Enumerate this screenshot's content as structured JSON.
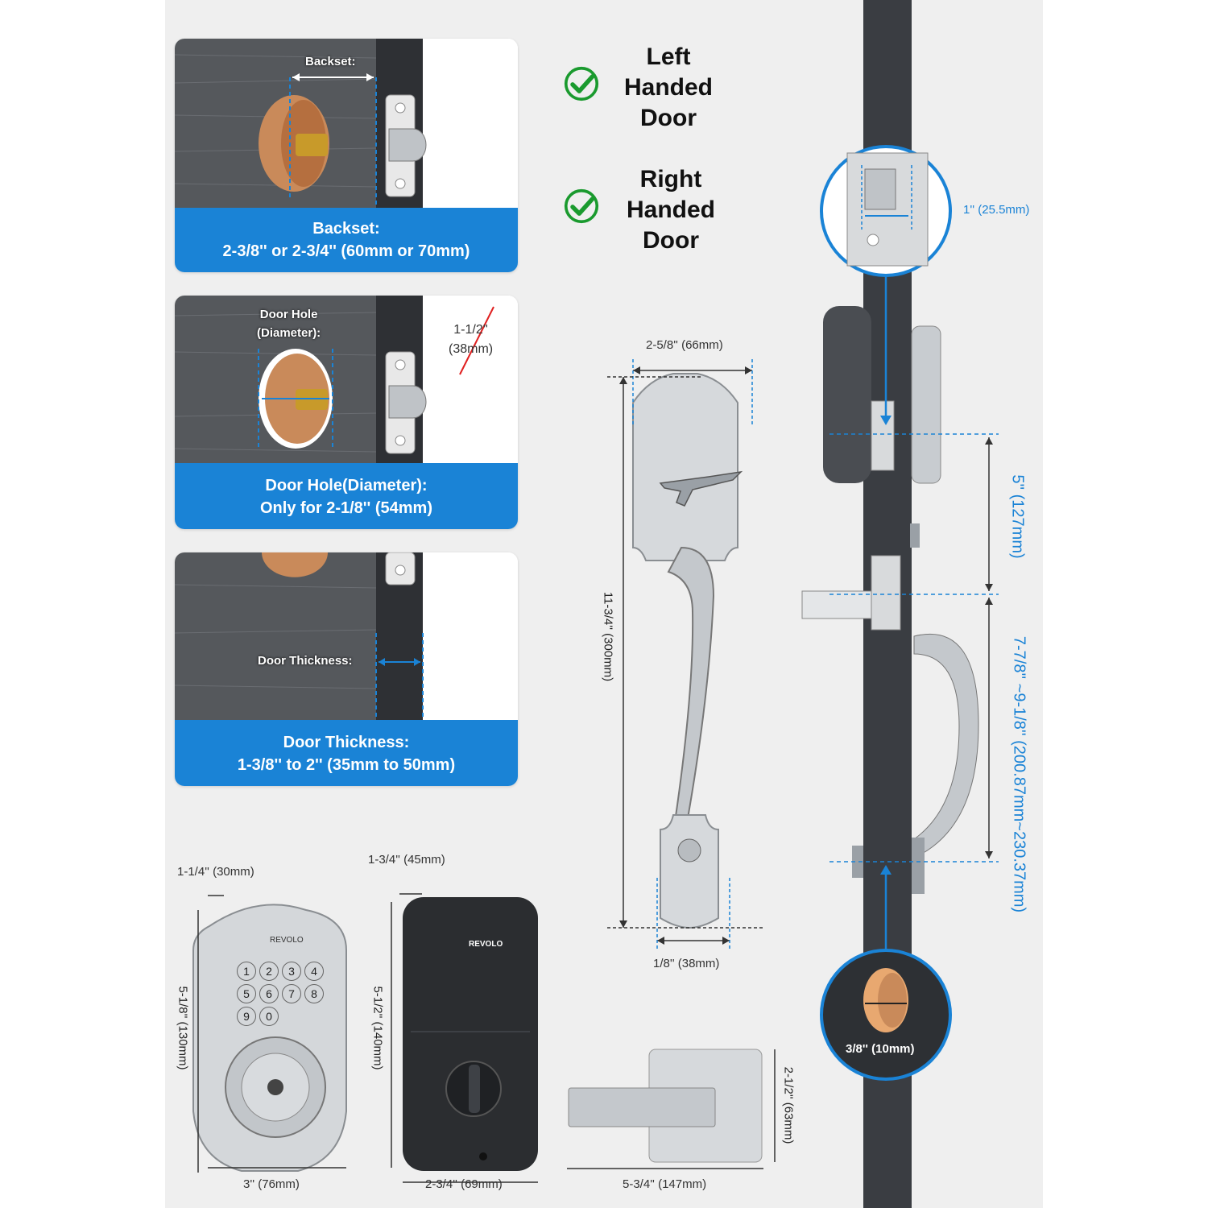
{
  "cards": [
    {
      "photo_label": "Backset:",
      "banner": [
        "Backset:",
        "2-3/8'' or 2-3/4'' (60mm or 70mm)"
      ]
    },
    {
      "photo_label": [
        "Door Hole",
        "(Diameter):"
      ],
      "strike_label": [
        "1-1/2''",
        "(38mm)"
      ],
      "banner": [
        "Door Hole(Diameter):",
        "Only for 2-1/8'' (54mm)"
      ]
    },
    {
      "photo_label": "Door Thickness:",
      "banner": [
        "Door Thickness:",
        "1-3/8'' to 2'' (35mm to 50mm)"
      ]
    }
  ],
  "handing": [
    {
      "lines": [
        "Left",
        "Handed",
        "Door"
      ]
    },
    {
      "lines": [
        "Right",
        "Handed",
        "Door"
      ]
    }
  ],
  "handle_dims": {
    "width_top": "2-5/8'' (66mm)",
    "height": "11-3/4'' (300mm)",
    "width_bottom": "1/8'' (38mm)"
  },
  "door_dims": {
    "latch": "1'' (25.5mm)",
    "spacing": "5'' (127mm)",
    "range": "7-7/8'' ~9-1/8'' (200.87mm~230.37mm)",
    "hole": "3/8'' (10mm)"
  },
  "keypad_dims": {
    "depth": "1-1/4'' (30mm)",
    "height": "5-1/8'' (130mm)",
    "width": "3'' (76mm)",
    "brand": "REVOLO",
    "keys": [
      "1",
      "2",
      "3",
      "4",
      "5",
      "6",
      "7",
      "8",
      "9",
      "0"
    ]
  },
  "back_dims": {
    "depth": "1-3/4'' (45mm)",
    "height": "5-1/2'' (140mm)",
    "width": "2-3/4'' (69mm)",
    "brand": "REVOLO"
  },
  "lever_dims": {
    "height": "2-1/2'' (63mm)",
    "width": "5-3/4'' (147mm)"
  },
  "colors": {
    "accent": "#1a83d6",
    "check": "#1a9a2e",
    "door": "#3a3d42"
  }
}
